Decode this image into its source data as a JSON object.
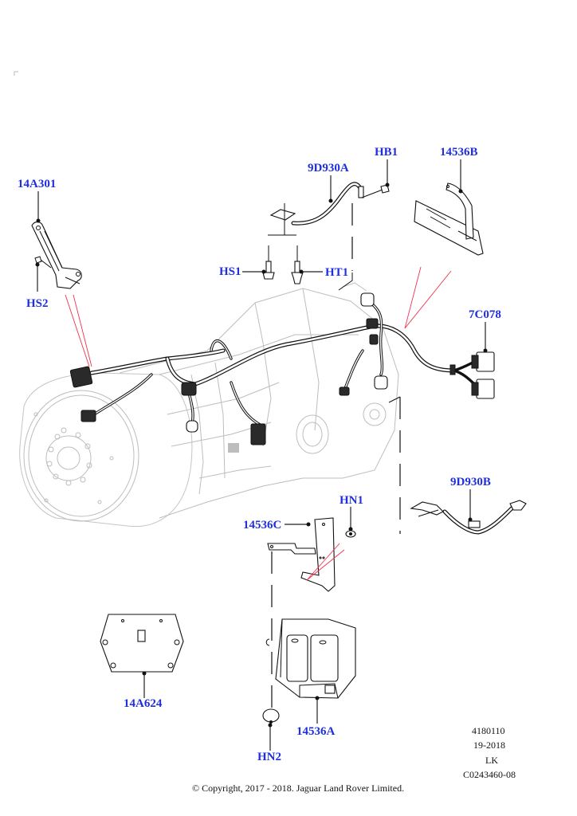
{
  "diagram": {
    "title": "Transmission wiring harness and module bracket assembly",
    "callouts": [
      {
        "id": "14A301",
        "label": "14A301"
      },
      {
        "id": "HS2",
        "label": "HS2"
      },
      {
        "id": "9D930A",
        "label": "9D930A"
      },
      {
        "id": "HB1",
        "label": "HB1"
      },
      {
        "id": "14536B",
        "label": "14536B"
      },
      {
        "id": "HS1",
        "label": "HS1"
      },
      {
        "id": "HT1",
        "label": "HT1"
      },
      {
        "id": "7C078",
        "label": "7C078"
      },
      {
        "id": "9D930B",
        "label": "9D930B"
      },
      {
        "id": "HN1",
        "label": "HN1"
      },
      {
        "id": "14536C",
        "label": "14536C"
      },
      {
        "id": "14A624",
        "label": "14A624"
      },
      {
        "id": "14536A",
        "label": "14536A"
      },
      {
        "id": "HN2",
        "label": "HN2"
      }
    ],
    "colors": {
      "callout": "#1f2fe0",
      "leader": "#111111",
      "reference_line": "#f0324a",
      "outline": "#bdbdbd"
    }
  },
  "info_block": {
    "code": "4180110",
    "date": "19-2018",
    "initials": "LK",
    "illustration_id": "C0243460-08"
  },
  "footer": {
    "copyright": "© Copyright, 2017 - 2018. Jaguar Land Rover Limited."
  }
}
